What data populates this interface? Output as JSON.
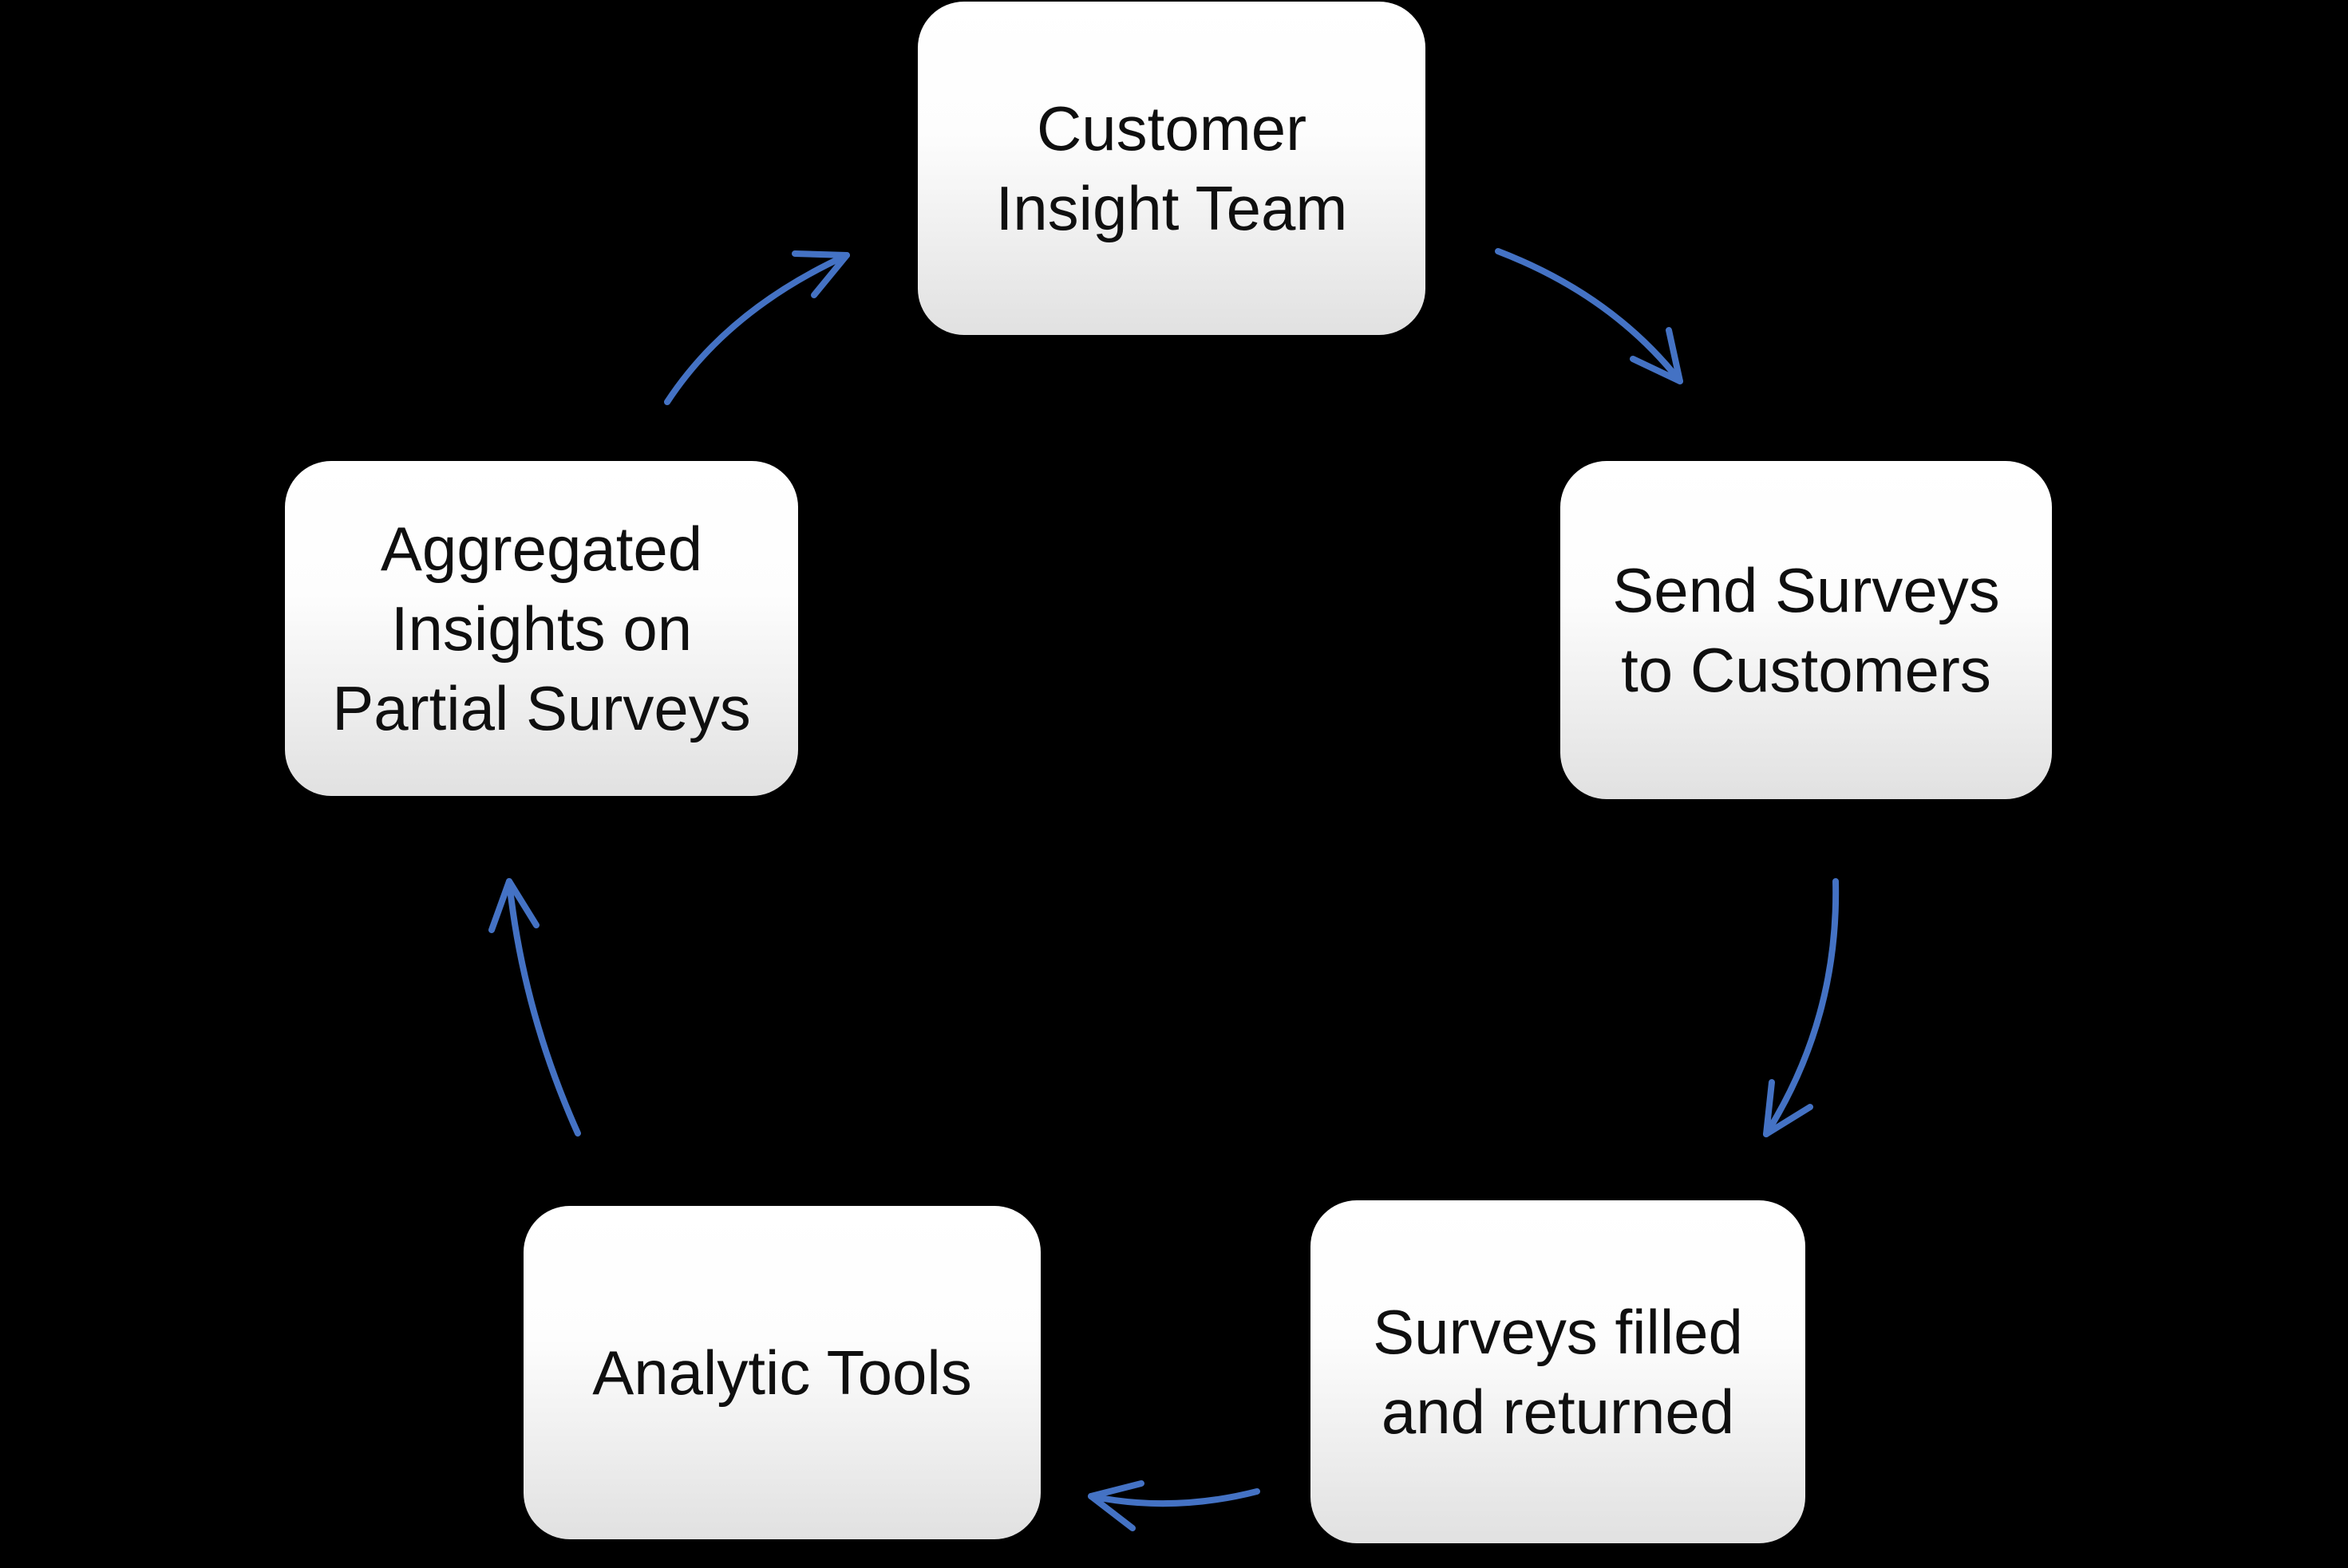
{
  "background_color": "#000000",
  "arrow_color": "#4472C4",
  "box_text_color": "#0f0f0f",
  "nodes": [
    {
      "id": "customer-insight-team",
      "label": "Customer Insight Team",
      "line1": "Customer",
      "line2": "Insight Team"
    },
    {
      "id": "send-surveys-to-customers",
      "label": "Send Surveys to Customers",
      "line1": "Send Surveys",
      "line2": "to Customers"
    },
    {
      "id": "surveys-filled-and-returned",
      "label": "Surveys filled and returned",
      "line1": "Surveys filled",
      "line2": "and returned"
    },
    {
      "id": "analytic-tools",
      "label": "Analytic Tools",
      "line1": "Analytic Tools"
    },
    {
      "id": "aggregated-insights-on-partial-surveys",
      "label": "Aggregated Insights on Partial Surveys",
      "line1": "Aggregated",
      "line2": "Insights on",
      "line3": "Partial Surveys"
    }
  ],
  "edges": [
    {
      "from": "customer-insight-team",
      "to": "send-surveys-to-customers"
    },
    {
      "from": "send-surveys-to-customers",
      "to": "surveys-filled-and-returned"
    },
    {
      "from": "surveys-filled-and-returned",
      "to": "analytic-tools"
    },
    {
      "from": "analytic-tools",
      "to": "aggregated-insights-on-partial-surveys"
    },
    {
      "from": "aggregated-insights-on-partial-surveys",
      "to": "customer-insight-team"
    }
  ]
}
